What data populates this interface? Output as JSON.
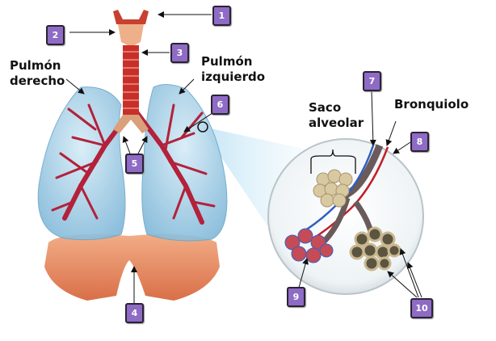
{
  "labels": {
    "right_lung": [
      "Pulmón",
      "derecho"
    ],
    "left_lung": [
      "Pulmón",
      "izquierdo"
    ],
    "alveolar_sac": [
      "Saco",
      "alveolar"
    ],
    "bronchiole": "Bronquiolo"
  },
  "badges": [
    "1",
    "2",
    "3",
    "4",
    "5",
    "6",
    "7",
    "8",
    "9",
    "10"
  ],
  "colors": {
    "badge": "#8e6bc4",
    "lung": "#a9d3ea",
    "bronchi": "#b3213a",
    "diaphragm": "#e8926a",
    "alveoli": "#d9c9a0"
  }
}
